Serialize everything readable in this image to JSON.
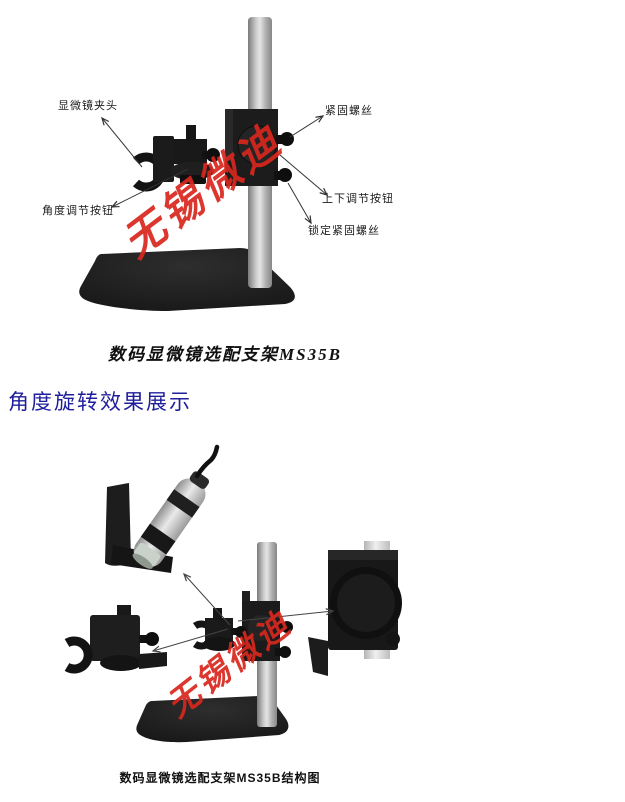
{
  "colors": {
    "watermark_red": "#d8271e",
    "heading_blue": "#1f1f9c"
  },
  "figure1": {
    "watermark": "无锡微迪",
    "caption": "数码显微镜选配支架MS35B",
    "labels": {
      "clamp_head": "显微镜夹头",
      "angle_knob": "角度调节按钮",
      "fasten_screw": "紧固螺丝",
      "updown_knob": "上下调节按钮",
      "lock_screw": "锁定紧固螺丝"
    }
  },
  "heading": {
    "text": "角度旋转效果展示"
  },
  "figure2": {
    "watermark": "无锡微迪",
    "caption": "数码显微镜选配支架MS35B结构图"
  }
}
